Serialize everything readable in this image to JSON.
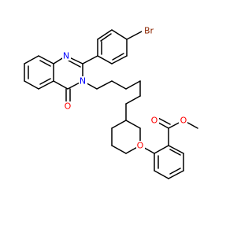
{
  "molecule": {
    "atoms": {
      "br": {
        "label": "Br",
        "color": "#8b2500"
      },
      "n1": {
        "label": "N",
        "color": "#0000ff"
      },
      "n3": {
        "label": "N",
        "color": "#0000ff"
      },
      "o_ketone": {
        "label": "O",
        "color": "#ff0000"
      },
      "o_ether": {
        "label": "O",
        "color": "#ff0000"
      },
      "o_ester_carbonyl": {
        "label": "O",
        "color": "#ff0000"
      },
      "o_ester": {
        "label": "O",
        "color": "#ff0000"
      }
    },
    "bond_color": "#000000"
  }
}
